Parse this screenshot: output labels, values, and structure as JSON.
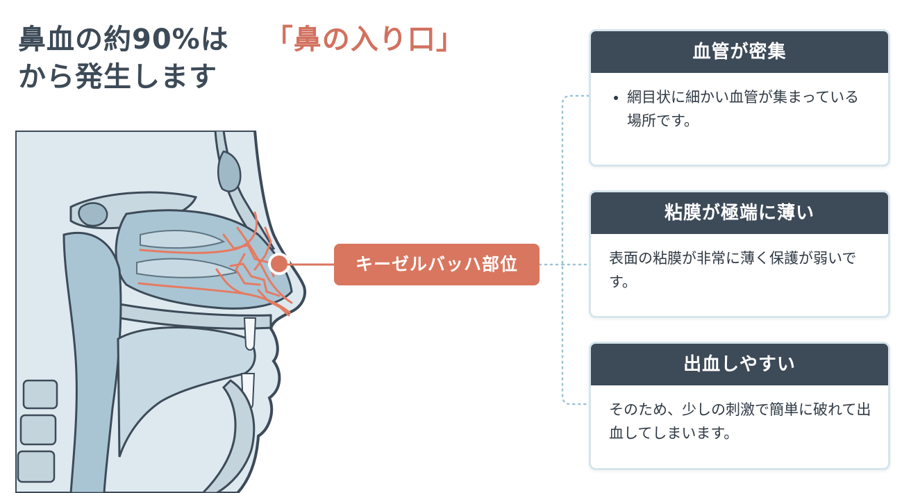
{
  "title": {
    "line1": "鼻血の約90%は",
    "highlight": "「鼻の入り口」",
    "line2": "から発生します"
  },
  "diagram": {
    "label": "キーゼルバッハ部位",
    "colors": {
      "accent": "#d9765f",
      "vessel": "#e57b62",
      "skin": "#d8e6ec",
      "bone": "#b9ccd6",
      "outline": "#3d4a58"
    }
  },
  "cards": [
    {
      "heading": "血管が密集",
      "bullet": "網目状に細かい血管が集まっている場所です。"
    },
    {
      "heading": "粘膜が極端に薄い",
      "text": "表面の粘膜が非常に薄く保護が弱いです。"
    },
    {
      "heading": "出血しやすい",
      "text": "そのため、少しの刺激で簡単に破れて出血してしまいます。"
    }
  ]
}
